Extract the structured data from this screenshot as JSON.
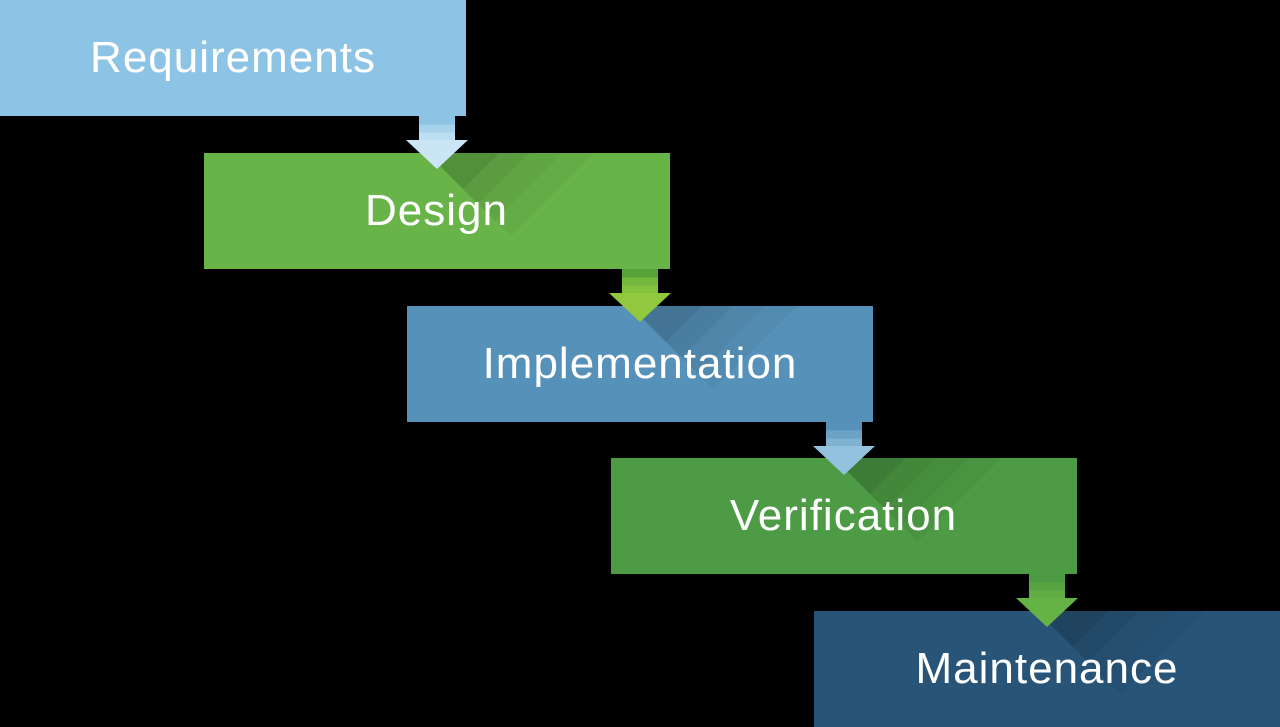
{
  "diagram": {
    "type": "waterfall-process",
    "background": "#000000",
    "text_color": "#ffffff",
    "steps": [
      {
        "id": "requirements",
        "label": "Requirements",
        "color": "#8dc4e6"
      },
      {
        "id": "design",
        "label": "Design",
        "color": "#68b449"
      },
      {
        "id": "implementation",
        "label": "Implementation",
        "color": "#5591b8"
      },
      {
        "id": "verification",
        "label": "Verification",
        "color": "#4d9b44"
      },
      {
        "id": "maintenance",
        "label": "Maintenance",
        "color": "#285478"
      }
    ],
    "arrows": [
      {
        "from": "requirements",
        "to": "design",
        "shaft_colors": [
          "#8dc4e6",
          "#a6d2ec",
          "#bcdef2"
        ],
        "head_color": "#c9e5f6"
      },
      {
        "from": "design",
        "to": "implementation",
        "shaft_colors": [
          "#57a339",
          "#72b83e",
          "#84c23e"
        ],
        "head_color": "#92c83d"
      },
      {
        "from": "implementation",
        "to": "verification",
        "shaft_colors": [
          "#5591b8",
          "#6ba3c7",
          "#80b2d2"
        ],
        "head_color": "#93c2de"
      },
      {
        "from": "verification",
        "to": "maintenance",
        "shaft_colors": [
          "#4d9b44",
          "#57a441",
          "#62ad43"
        ],
        "head_color": "#66b345"
      }
    ],
    "shadow_color": "#000000",
    "shadow_opacities": [
      0.2,
      0.13,
      0.08,
      0.04
    ]
  }
}
